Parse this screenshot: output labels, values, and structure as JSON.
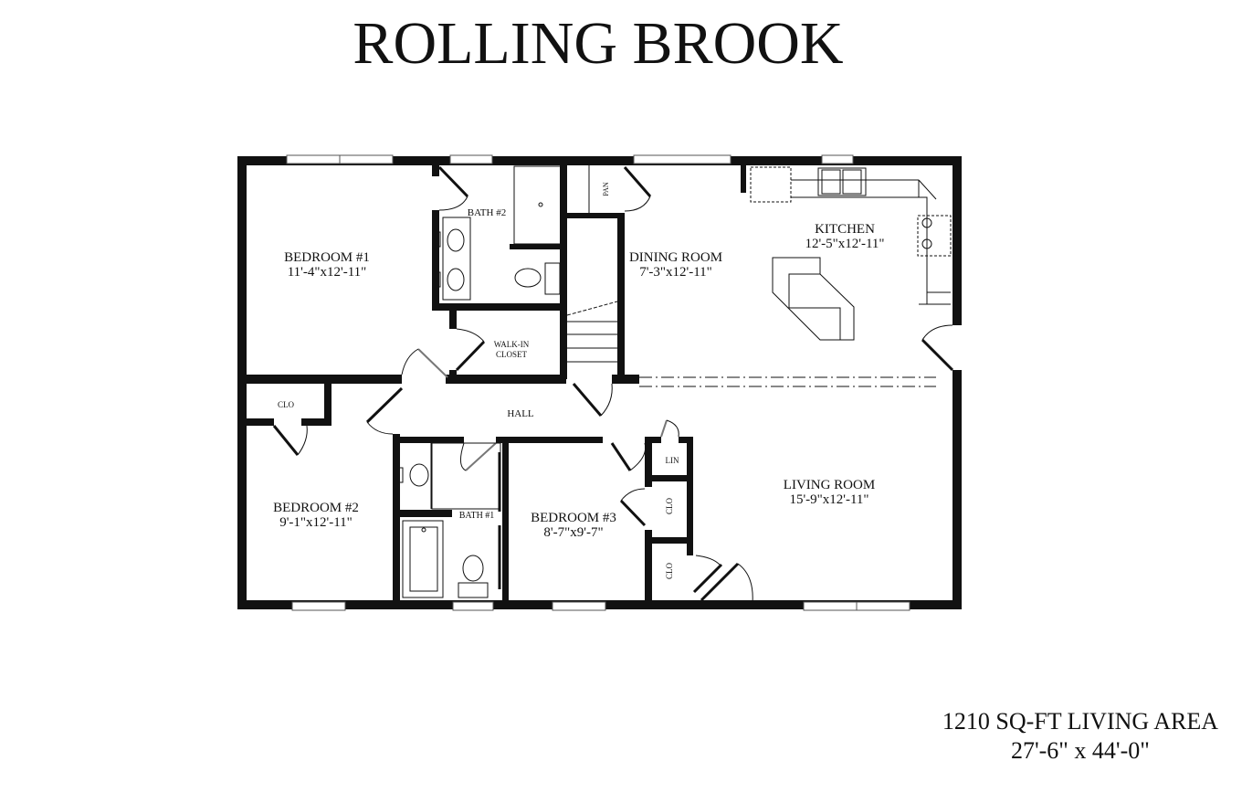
{
  "title": "ROLLING BROOK",
  "rooms": {
    "bedroom1": {
      "name": "BEDROOM #1",
      "dims": "11'-4\"x12'-11\""
    },
    "bath2": {
      "name": "BATH #2"
    },
    "walkin_closet": {
      "line1": "WALK-IN",
      "line2": "CLOSET"
    },
    "pantry": {
      "name": "PAN"
    },
    "dining": {
      "name": "DINING ROOM",
      "dims": "7'-3\"x12'-11\""
    },
    "kitchen": {
      "name": "KITCHEN",
      "dims": "12'-5\"x12'-11\""
    },
    "hall": {
      "name": "HALL"
    },
    "clo_bed2": {
      "name": "CLO"
    },
    "bedroom2": {
      "name": "BEDROOM #2",
      "dims": "9'-1\"x12'-11\""
    },
    "bath1": {
      "name": "BATH #1"
    },
    "bedroom3": {
      "name": "BEDROOM #3",
      "dims": "8'-7\"x9'-7\""
    },
    "linen": {
      "name": "LIN"
    },
    "clo_a": {
      "name": "CLO"
    },
    "clo_b": {
      "name": "CLO"
    },
    "living": {
      "name": "LIVING ROOM",
      "dims": "15'-9\"x12'-11\""
    }
  },
  "footer": {
    "area": "1210 SQ-FT LIVING AREA",
    "overall_dims": "27'-6\" x 44'-0\""
  }
}
